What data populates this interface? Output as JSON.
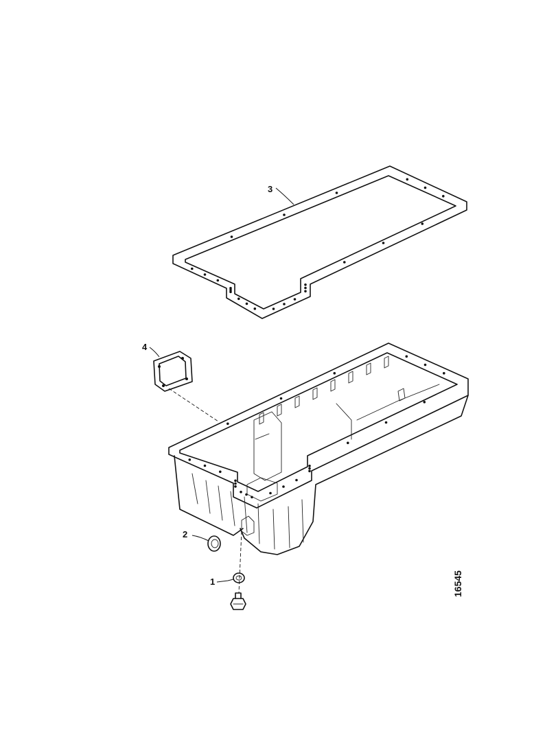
{
  "diagram": {
    "callouts": [
      {
        "id": "1",
        "label": "1"
      },
      {
        "id": "2",
        "label": "2"
      },
      {
        "id": "3",
        "label": "3"
      },
      {
        "id": "4",
        "label": "4"
      }
    ],
    "figure_number": "16545"
  }
}
